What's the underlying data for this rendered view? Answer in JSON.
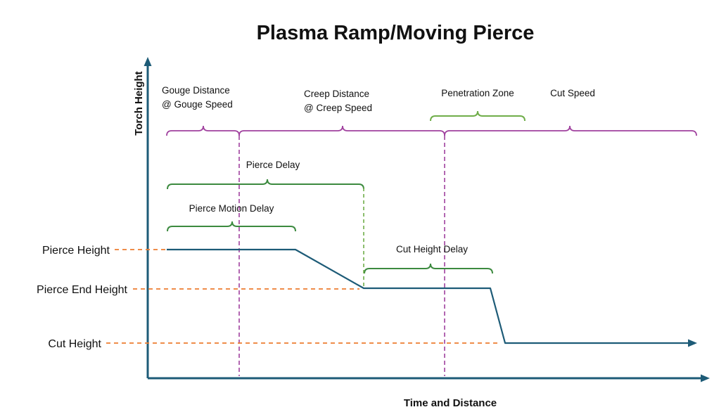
{
  "title": "Plasma Ramp/Moving Pierce",
  "axes": {
    "y_label": "Torch Height",
    "x_label": "Time and Distance"
  },
  "annotations": {
    "gouge_line1": "Gouge Distance",
    "gouge_line2": "@ Gouge Speed",
    "creep_line1": "Creep Distance",
    "creep_line2": "@ Creep Speed",
    "penetration_zone": "Penetration Zone",
    "cut_speed": "Cut Speed",
    "pierce_delay": "Pierce Delay",
    "pierce_motion_delay": "Pierce Motion Delay",
    "cut_height_delay": "Cut Height Delay"
  },
  "height_labels": {
    "pierce_height": "Pierce Height",
    "pierce_end_height": "Pierce End Height",
    "cut_height": "Cut Height"
  },
  "colors": {
    "axis": "#1d5b77",
    "profile": "#1d5b77",
    "purple": "#a0419e",
    "green-dark": "#3c8a3f",
    "green-light": "#6fad49",
    "orange": "#ed7d31",
    "text": "#111111"
  }
}
